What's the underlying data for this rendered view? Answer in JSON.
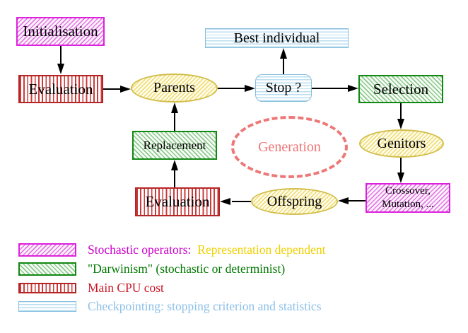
{
  "diagram": {
    "nodes": {
      "initialisation": "Initialisation",
      "evaluation_left": "Evaluation",
      "parents": "Parents",
      "best_individual": "Best individual",
      "stop": "Stop ?",
      "selection": "Selection",
      "replacement": "Replacement",
      "generation": "Generation",
      "genitors": "Genitors",
      "evaluation_bottom": "Evaluation",
      "offspring": "Offspring",
      "crossover_line1": "Crossover,",
      "crossover_line2": "Mutation, ..."
    },
    "colors": {
      "magenta": "#dd22dd",
      "green": "#118811",
      "red": "#b62525",
      "cyan": "#86bedd",
      "yellow": "#d2be4b",
      "salmon": "#ee7777",
      "legend_magenta_text": "#cc00cc",
      "legend_gold_text": "#f0d000",
      "legend_green_text": "#007700",
      "legend_red_text": "#cc1626",
      "legend_sky_text": "#8cc0e8"
    }
  },
  "legend": {
    "items": [
      {
        "pattern": "magenta-diagonal-hatch",
        "label": "Stochastic operators:",
        "suffix": "Representation dependent"
      },
      {
        "pattern": "green-diagonal-hatch",
        "label": "\"Darwinism\" (stochastic or determinist)"
      },
      {
        "pattern": "red-vertical-stripes",
        "label": "Main CPU cost"
      },
      {
        "pattern": "cyan-horizontal-stripes",
        "label": "Checkpointing: stopping criterion and statistics"
      }
    ]
  }
}
